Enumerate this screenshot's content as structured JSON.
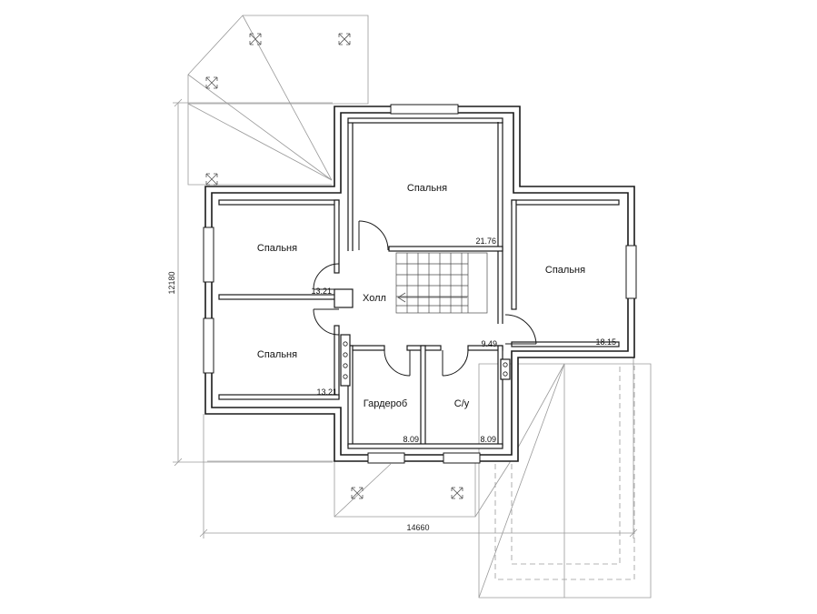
{
  "rooms": [
    {
      "name": "Спальня",
      "area": "21.76"
    },
    {
      "name": "Спальня",
      "area": "13.21"
    },
    {
      "name": "Спальня",
      "area": "13.21"
    },
    {
      "name": "Спальня",
      "area": "18.15"
    },
    {
      "name": "Холл",
      "area": "9.49"
    },
    {
      "name": "Гардероб",
      "area": "8.09"
    },
    {
      "name": "С/у",
      "area": "8.09"
    }
  ],
  "dimensions": {
    "width": "14660",
    "height": "12180"
  }
}
